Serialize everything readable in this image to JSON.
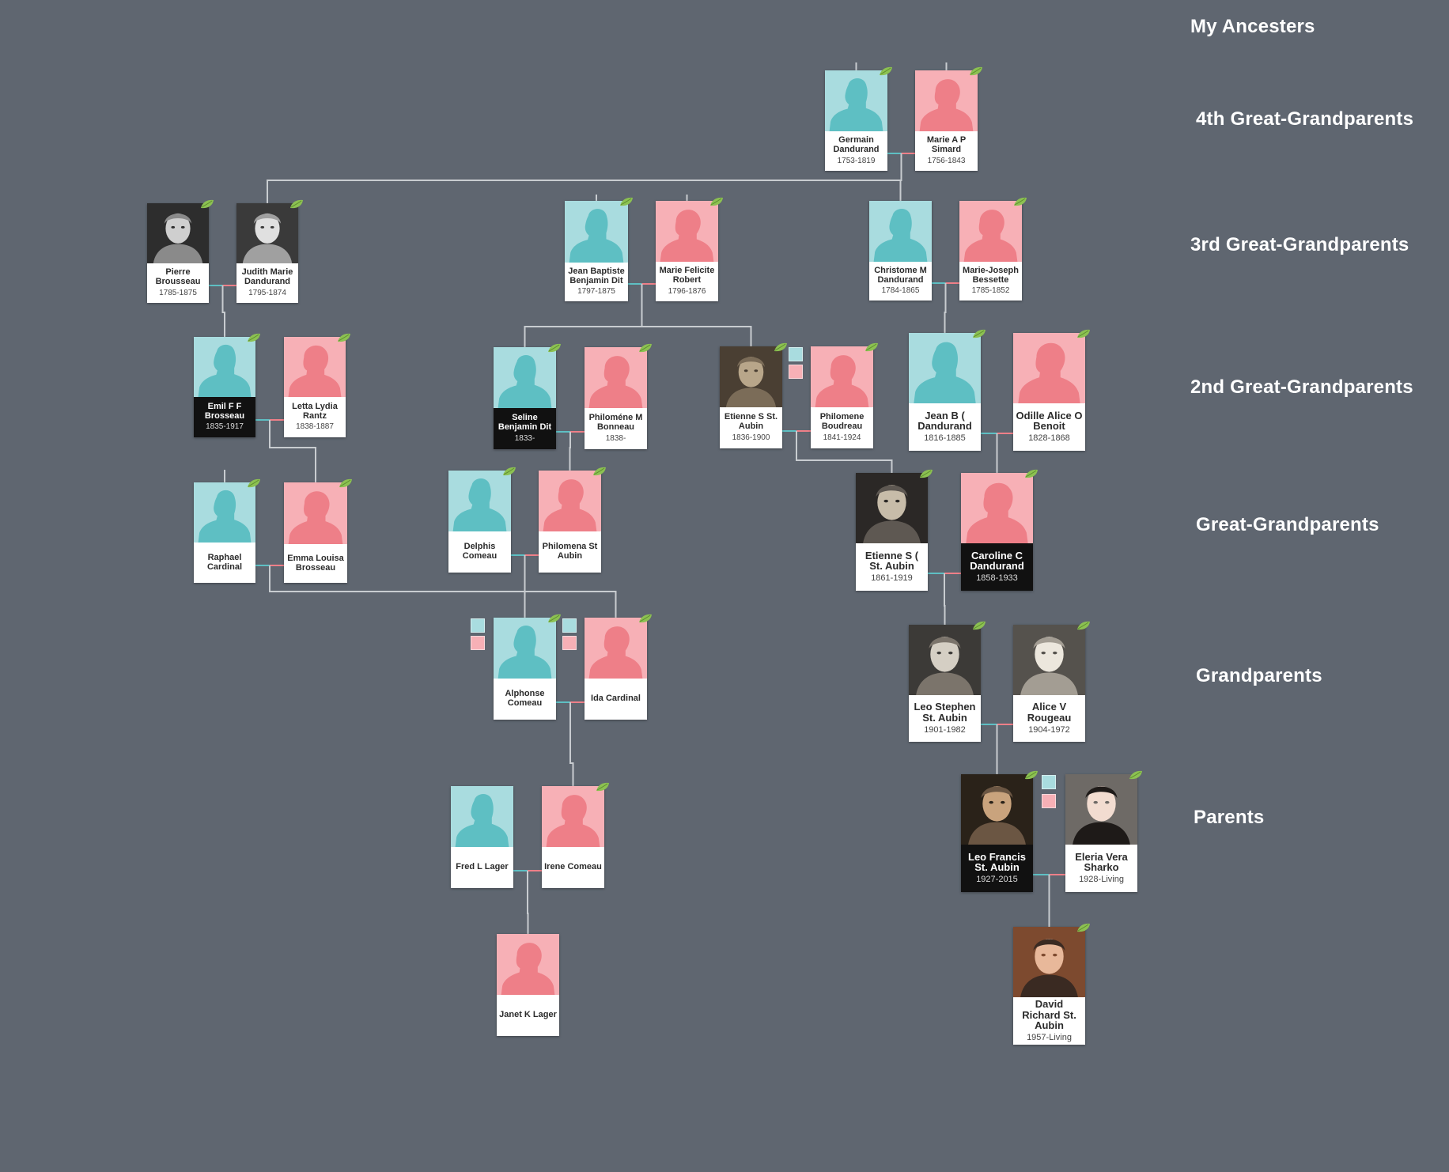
{
  "page_title": "My Ancesters",
  "generations": [
    {
      "id": "g4",
      "label": "4th Great-Grandparents"
    },
    {
      "id": "g3",
      "label": "3rd Great-Grandparents"
    },
    {
      "id": "g2",
      "label": "2nd Great-Grandparents"
    },
    {
      "id": "g1",
      "label": "Great-Grandparents"
    },
    {
      "id": "g0",
      "label": "Grandparents"
    },
    {
      "id": "gp",
      "label": "Parents"
    }
  ],
  "colors": {
    "background": "#5f6670",
    "male": "#a9dcdf",
    "male_silhouette": "#5ebfc3",
    "female": "#f7b0b6",
    "female_silhouette": "#ee7f88",
    "leaf": "#8cc152",
    "connector": "#c8ccd0",
    "selected_bar": "#111111"
  },
  "people": [
    {
      "id": "germain",
      "gender": "male",
      "photo": false,
      "name": "Germain Dandurand",
      "years": "1753-1819",
      "selected": false,
      "hint": true
    },
    {
      "id": "marie_ap",
      "gender": "female",
      "photo": false,
      "name": "Marie A P Simard",
      "years": "1756-1843",
      "selected": false,
      "hint": true
    },
    {
      "id": "pierre",
      "gender": "male",
      "photo": true,
      "name": "Pierre Brousseau",
      "years": "1785-1875",
      "selected": false,
      "hint": true
    },
    {
      "id": "judith",
      "gender": "female",
      "photo": true,
      "name": "Judith Marie Dandurand",
      "years": "1795-1874",
      "selected": false,
      "hint": true
    },
    {
      "id": "jean_baptiste",
      "gender": "male",
      "photo": false,
      "name": "Jean Baptiste Benjamin Dit",
      "years": "1797-1875",
      "selected": false,
      "hint": true
    },
    {
      "id": "marie_felicite",
      "gender": "female",
      "photo": false,
      "name": "Marie Felicite Robert",
      "years": "1796-1876",
      "selected": false,
      "hint": true
    },
    {
      "id": "christome",
      "gender": "male",
      "photo": false,
      "name": "Christome M Dandurand",
      "years": "1784-1865",
      "selected": false,
      "hint": false
    },
    {
      "id": "marie_joseph",
      "gender": "female",
      "photo": false,
      "name": "Marie-Joseph Bessette",
      "years": "1785-1852",
      "selected": false,
      "hint": true
    },
    {
      "id": "emil",
      "gender": "male",
      "photo": false,
      "name": "Emil F F Brosseau",
      "years": "1835-1917",
      "selected": true,
      "hint": true
    },
    {
      "id": "letta",
      "gender": "female",
      "photo": false,
      "name": "Letta Lydia Rantz",
      "years": "1838-1887",
      "selected": false,
      "hint": true
    },
    {
      "id": "seline",
      "gender": "male",
      "photo": false,
      "name": "Seline Benjamin Dit",
      "years": "1833-",
      "selected": true,
      "hint": true
    },
    {
      "id": "philomene_m",
      "gender": "female",
      "photo": false,
      "name": "Philoméne M Bonneau",
      "years": "1838-",
      "selected": false,
      "hint": true
    },
    {
      "id": "etienne_s",
      "gender": "male",
      "photo": true,
      "name": "Etienne S St. Aubin",
      "years": "1836-1900",
      "selected": false,
      "hint": true
    },
    {
      "id": "philomene_b",
      "gender": "female",
      "photo": false,
      "name": "Philomene Boudreau",
      "years": "1841-1924",
      "selected": false,
      "hint": true
    },
    {
      "id": "jean_b",
      "gender": "male",
      "photo": false,
      "name": "Jean B ( Dandurand",
      "years": "1816-1885",
      "selected": false,
      "hint": true
    },
    {
      "id": "odille",
      "gender": "female",
      "photo": false,
      "name": "Odille Alice O Benoit",
      "years": "1828-1868",
      "selected": false,
      "hint": true
    },
    {
      "id": "raphael",
      "gender": "male",
      "photo": false,
      "name": "Raphael Cardinal",
      "years": "",
      "selected": false,
      "hint": true
    },
    {
      "id": "emma",
      "gender": "female",
      "photo": false,
      "name": "Emma Louisa Brosseau",
      "years": "",
      "selected": false,
      "hint": true
    },
    {
      "id": "delphis",
      "gender": "male",
      "photo": false,
      "name": "Delphis Comeau",
      "years": "",
      "selected": false,
      "hint": true
    },
    {
      "id": "philomena",
      "gender": "female",
      "photo": false,
      "name": "Philomena St Aubin",
      "years": "",
      "selected": false,
      "hint": true
    },
    {
      "id": "etienne_s2",
      "gender": "male",
      "photo": true,
      "name": "Etienne S ( St. Aubin",
      "years": "1861-1919",
      "selected": false,
      "hint": true
    },
    {
      "id": "caroline",
      "gender": "female",
      "photo": false,
      "name": "Caroline C Dandurand",
      "years": "1858-1933",
      "selected": true,
      "hint": true
    },
    {
      "id": "alphonse",
      "gender": "male",
      "photo": false,
      "name": "Alphonse Comeau",
      "years": "",
      "selected": false,
      "hint": true
    },
    {
      "id": "ida",
      "gender": "female",
      "photo": false,
      "name": "Ida Cardinal",
      "years": "",
      "selected": false,
      "hint": true
    },
    {
      "id": "leo_stephen",
      "gender": "male",
      "photo": true,
      "name": "Leo Stephen St. Aubin",
      "years": "1901-1982",
      "selected": false,
      "hint": true
    },
    {
      "id": "alice",
      "gender": "female",
      "photo": true,
      "name": "Alice V Rougeau",
      "years": "1904-1972",
      "selected": false,
      "hint": true
    },
    {
      "id": "fred",
      "gender": "male",
      "photo": false,
      "name": "Fred L Lager",
      "years": "",
      "selected": false,
      "hint": false
    },
    {
      "id": "irene",
      "gender": "female",
      "photo": false,
      "name": "Irene Comeau",
      "years": "",
      "selected": false,
      "hint": true
    },
    {
      "id": "leo_francis",
      "gender": "male",
      "photo": true,
      "name": "Leo Francis St. Aubin",
      "years": "1927-2015",
      "selected": true,
      "hint": true
    },
    {
      "id": "eleria",
      "gender": "female",
      "photo": true,
      "name": "Eleria Vera Sharko",
      "years": "1928-Living",
      "selected": false,
      "hint": true
    },
    {
      "id": "janet",
      "gender": "female",
      "photo": false,
      "name": "Janet K Lager",
      "years": "",
      "selected": false,
      "hint": false
    },
    {
      "id": "david",
      "gender": "male",
      "photo": true,
      "name": "David Richard St. Aubin",
      "years": "1957-Living",
      "selected": false,
      "hint": true
    }
  ]
}
